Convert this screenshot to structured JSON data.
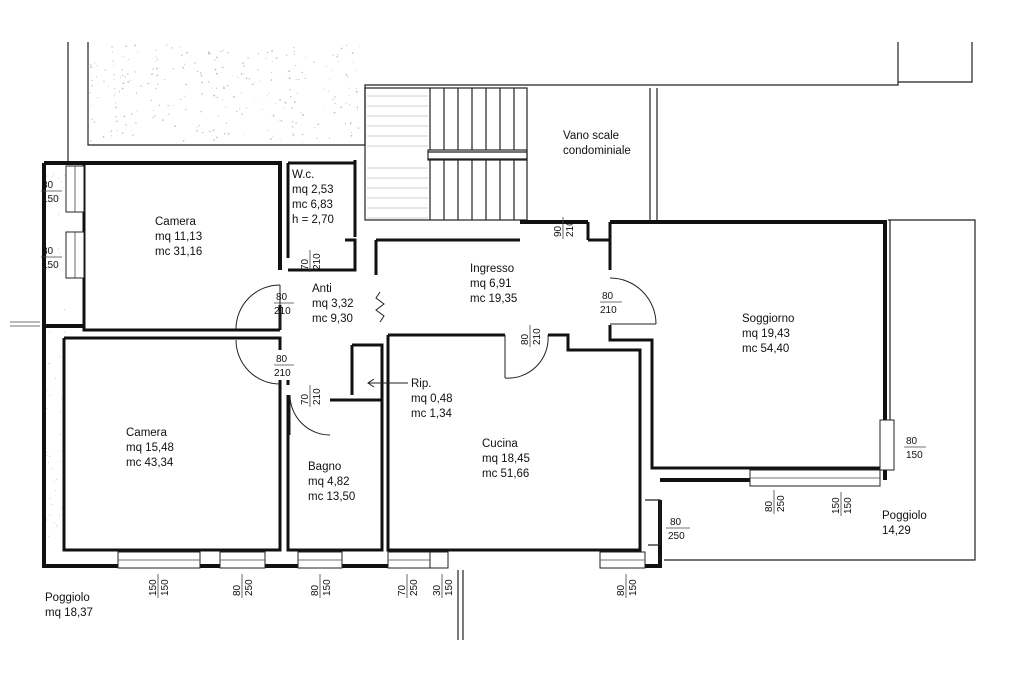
{
  "rooms": {
    "camera1": {
      "name": "Camera",
      "area": "mq 11,13",
      "volume": "mc 31,16"
    },
    "wc": {
      "name": "W.c.",
      "area": "mq 2,53",
      "volume": "mc 6,83",
      "height": "h = 2,70"
    },
    "anti": {
      "name": "Anti",
      "area": "mq 3,32",
      "volume": "mc 9,30"
    },
    "ingresso": {
      "name": "Ingresso",
      "area": "mq 6,91",
      "volume": "mc 19,35"
    },
    "soggiorno": {
      "name": "Soggiorno",
      "area": "mq 19,43",
      "volume": "mc 54,40"
    },
    "camera2": {
      "name": "Camera",
      "area": "mq 15,48",
      "volume": "mc 43,34"
    },
    "bagno": {
      "name": "Bagno",
      "area": "mq 4,82",
      "volume": "mc 13,50"
    },
    "rip": {
      "name": "Rip.",
      "area": "mq 0,48",
      "volume": "mc 1,34"
    },
    "cucina": {
      "name": "Cucina",
      "area": "mq 18,45",
      "volume": "mc 51,66"
    }
  },
  "areas": {
    "vano_scale_line1": "Vano scale",
    "vano_scale_line2": "condominiale",
    "poggiolo_left_name": "Poggiolo",
    "poggiolo_left_area": "mq 18,37",
    "poggiolo_right_name": "Poggiolo",
    "poggiolo_right_area": "14,29"
  },
  "openings": {
    "win_camera1_a": {
      "w": "80",
      "h": "150"
    },
    "win_camera1_b": {
      "w": "80",
      "h": "150"
    },
    "door_wc": {
      "w": "70",
      "h": "210"
    },
    "door_camera1": {
      "w": "80",
      "h": "210"
    },
    "door_camera2": {
      "w": "80",
      "h": "210"
    },
    "door_bagno": {
      "w": "70",
      "h": "210"
    },
    "door_entry": {
      "w": "90",
      "h": "210"
    },
    "door_cucina": {
      "w": "80",
      "h": "210"
    },
    "door_soggiorno": {
      "w": "80",
      "h": "210"
    },
    "win_soggiorno_right": {
      "w": "80",
      "h": "150"
    },
    "win_soggiorno_bottom_a": {
      "w": "80",
      "h": "250"
    },
    "win_soggiorno_bottom_b": {
      "w": "150",
      "h": "150"
    },
    "win_cucina_side": {
      "w": "80",
      "h": "250"
    },
    "bottom_1": {
      "w": "150",
      "h": "150"
    },
    "bottom_2": {
      "w": "80",
      "h": "250"
    },
    "bottom_3": {
      "w": "80",
      "h": "150"
    },
    "bottom_4": {
      "w": "70",
      "h": "250"
    },
    "bottom_5": {
      "w": "30",
      "h": "150"
    },
    "bottom_6": {
      "w": "80",
      "h": "150"
    }
  }
}
